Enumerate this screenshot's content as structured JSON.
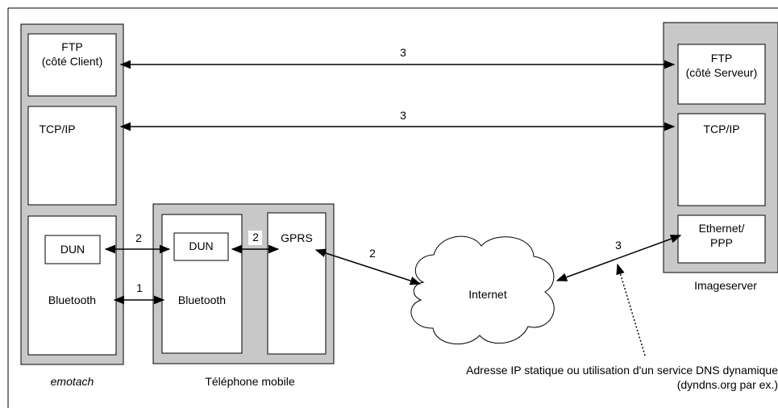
{
  "layers": {
    "ftp_client": [
      "FTP",
      "(côté Client)"
    ],
    "ftp_server": [
      "FTP",
      "(côté Serveur)"
    ],
    "tcpip_client": "TCP/IP",
    "tcpip_server": "TCP/IP",
    "dun_emotach": "DUN",
    "bluetooth_emotach": "Bluetooth",
    "dun_phone": "DUN",
    "bluetooth_phone": "Bluetooth",
    "gprs": "GPRS",
    "ethernet_ppp": [
      "Ethernet/",
      "PPP"
    ],
    "internet": "Internet"
  },
  "link_numbers": {
    "ftp": "3",
    "tcpip": "3",
    "dun_link": "2",
    "phone_internal": "2",
    "gprs_internet": "2",
    "bluetooth_link": "1",
    "internet_server": "3"
  },
  "captions": {
    "emotach": "emotach",
    "phone": "Téléphone mobile",
    "imageserver": "Imageserver",
    "dns_note": [
      "Adresse IP statique ou utilisation d'un service DNS dynamique",
      "(dyndns.org par ex.)"
    ]
  }
}
